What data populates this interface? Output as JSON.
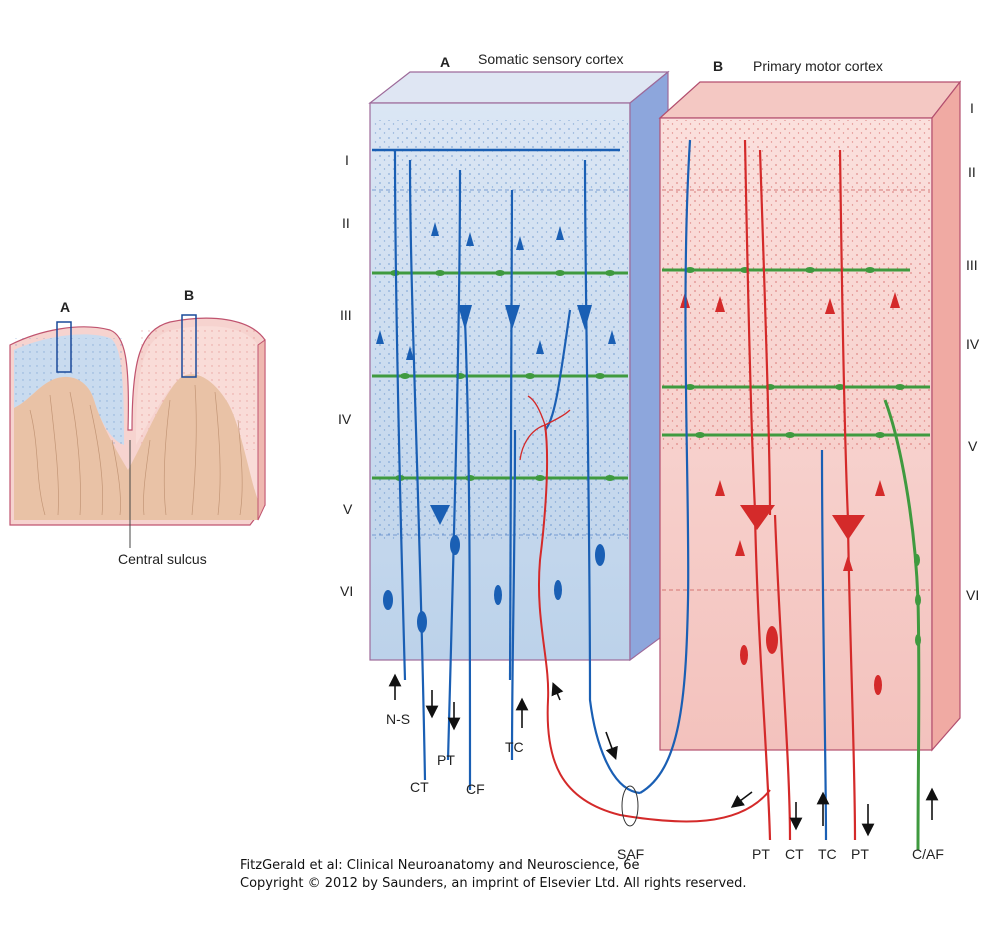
{
  "inset": {
    "label_a": "A",
    "label_b": "B",
    "sulcus_label": "Central sulcus"
  },
  "panel_a": {
    "letter": "A",
    "title": "Somatic sensory cortex",
    "layers": [
      "I",
      "II",
      "III",
      "IV",
      "V",
      "VI"
    ],
    "fibers": [
      "N-S",
      "CT",
      "PT",
      "CF",
      "TC"
    ]
  },
  "panel_b": {
    "letter": "B",
    "title": "Primary motor cortex",
    "layers": [
      "I",
      "II",
      "III",
      "IV",
      "V",
      "VI"
    ],
    "fibers": [
      "PT",
      "CT",
      "TC",
      "PT",
      "C/AF"
    ]
  },
  "saf_label": "SAF",
  "credits": {
    "line1": "FitzGerald et al: Clinical Neuroanatomy and Neuroscience, 6e",
    "line2": "Copyright © 2012 by Saunders, an imprint of Elsevier Ltd. All rights reserved."
  },
  "colors": {
    "sensory_blue": "#1a5fb4",
    "motor_red": "#d42a2a",
    "association_green": "#3f9a3f",
    "block_a_fill": "#c9dbef",
    "block_b_fill": "#f7d2cf"
  }
}
